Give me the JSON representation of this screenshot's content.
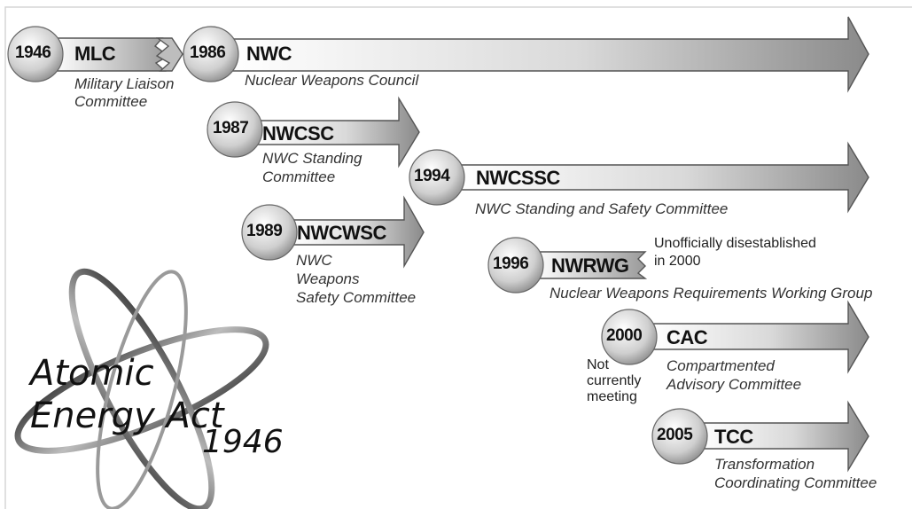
{
  "title": "",
  "nodes": [
    {
      "id": "mlc",
      "year": "1946",
      "acronym": "MLC",
      "name_lines": [
        "Military Liaison",
        "Committee"
      ]
    },
    {
      "id": "nwc",
      "year": "1986",
      "acronym": "NWC",
      "name_lines": [
        "Nuclear Weapons Council"
      ]
    },
    {
      "id": "nwcsc",
      "year": "1987",
      "acronym": "NWCSC",
      "name_lines": [
        "NWC Standing",
        "Committee"
      ]
    },
    {
      "id": "nwcssc",
      "year": "1994",
      "acronym": "NWCSSC",
      "name_lines": [
        "NWC Standing and Safety Committee"
      ]
    },
    {
      "id": "nwcwsc",
      "year": "1989",
      "acronym": "NWCWSC",
      "name_lines": [
        "NWC",
        "Weapons",
        "Safety Committee"
      ]
    },
    {
      "id": "nwrwg",
      "year": "1996",
      "acronym": "NWRWG",
      "name_lines": [
        "Nuclear Weapons Requirements Working Group"
      ],
      "note_lines": [
        "Unofficially disestablished",
        "in 2000"
      ]
    },
    {
      "id": "cac",
      "year": "2000",
      "acronym": "CAC",
      "name_lines": [
        "Compartmented",
        "Advisory Committee"
      ],
      "note_lines": [
        "Not",
        "currently",
        "meeting"
      ]
    },
    {
      "id": "tcc",
      "year": "2005",
      "acronym": "TCC",
      "name_lines": [
        "Transformation",
        "Coordinating Committee"
      ]
    }
  ],
  "logo": {
    "line1": "Atomic",
    "line2": "Energy Act",
    "year": "1946"
  },
  "colors": {
    "arrow_light": "#ffffff",
    "arrow_dark": "#8a8a8a",
    "outline": "#555555",
    "circle_light": "#f4f4f4",
    "circle_dark": "#8c8c8c",
    "text": "#111111"
  }
}
